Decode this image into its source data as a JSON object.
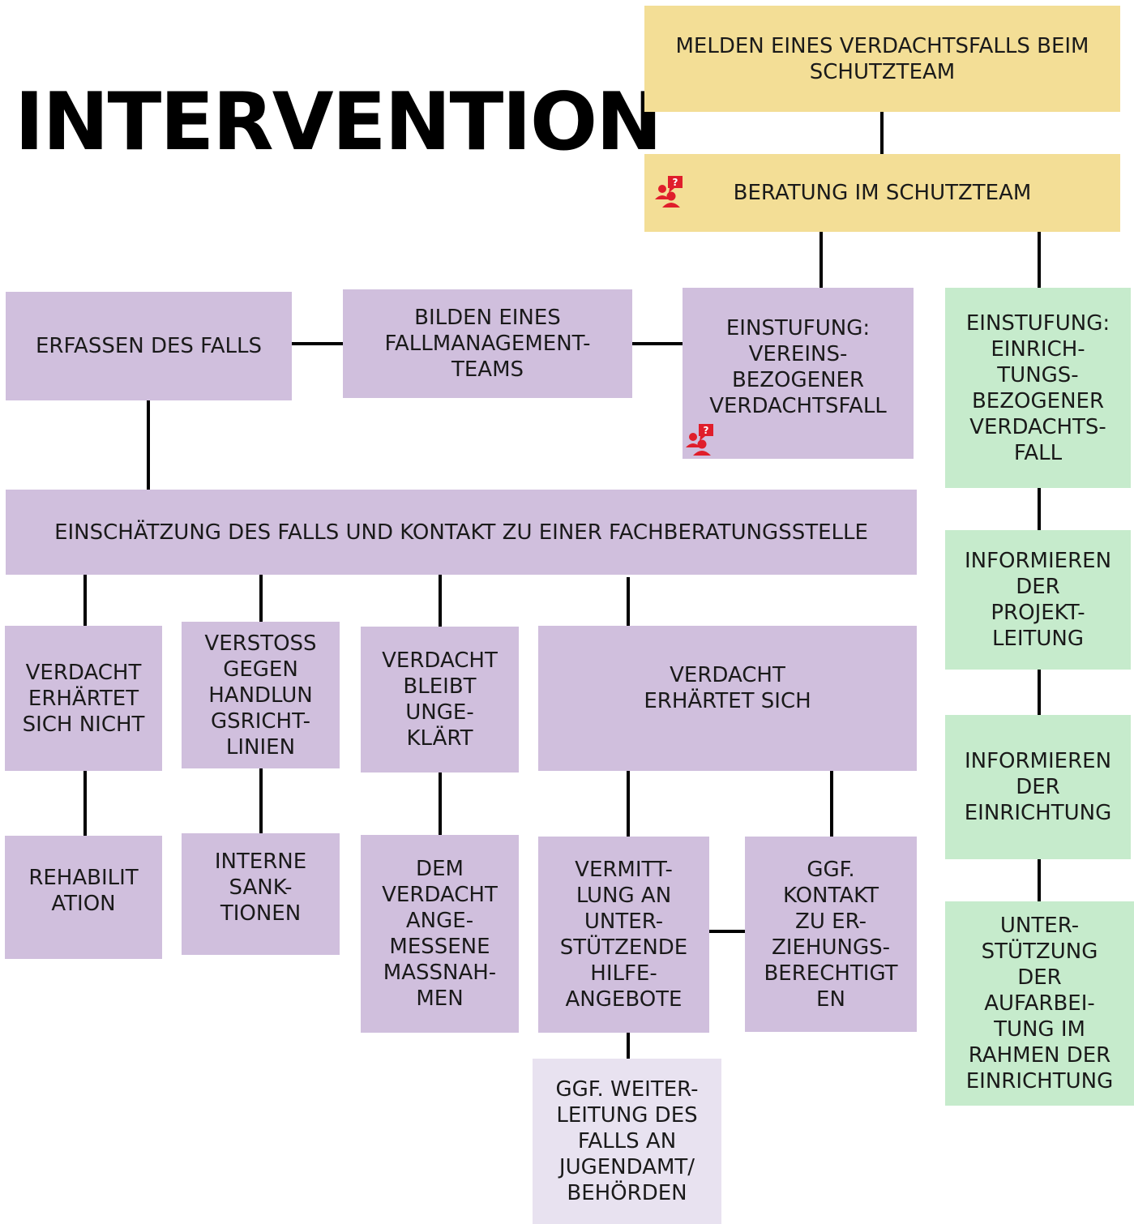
{
  "title": "INTERVENTION",
  "colors": {
    "yellow": "#f3de96",
    "purple": "#d0bfdd",
    "green": "#c6ebcc",
    "light": "#e8e2f0",
    "icon": "#e01e2b"
  },
  "icons": [
    "people-question-icon"
  ],
  "nodes": {
    "melden": "MELDEN EINES VERDACHTSFALLS BEIM\nSCHUTZTEAM",
    "beratung": "BERATUNG IM SCHUTZTEAM",
    "erfassen": "ERFASSEN DES FALLS",
    "bilden": "BILDEN EINES\nFALLMANAGEMENT-\nTEAMS",
    "vereins": "EINSTUFUNG:\nVEREINS-\nBEZOGENER\nVERDACHTSFALL",
    "einrichtungs": "EINSTUFUNG:\nEINRICH-\nTUNGS-\nBEZOGENER\nVERDACHTS-\nFALL",
    "projektleitung": "INFORMIEREN\nDER\nPROJEKT-\nLEITUNG",
    "einrichtung": "INFORMIEREN\nDER\nEINRICHTUNG",
    "aufarbeitung": "UNTER-\nSTÜTZUNG\nDER\nAUFARBEI-\nTUNG IM\nRAHMEN DER\nEINRICHTUNG",
    "einschaetzung": "EINSCHÄTZUNG DES FALLS UND KONTAKT ZU EINER FACHBERATUNGSSTELLE",
    "nicht": "VERDACHT\nERHÄRTET\nSICH NICHT",
    "verstoss": "VERSTOß\nGEGEN\nHANDLUN\nGSRICHT-\nLINIEN",
    "ungeklaert": "VERDACHT\nBLEIBT\nUNGE-\nKLÄRT",
    "erhaertet": "VERDACHT\nERHÄRTET SICH",
    "rehab": "REHABILIT\nATION",
    "sanktionen": "INTERNE\nSANK-\nTIONEN",
    "massnahmen": "DEM\nVERDACHT\nANGE-\nMESSENE\nMAßNAH-\nMEN",
    "vermittlung": "VERMITT-\nLUNG AN\nUNTER-\nSTÜTZENDE\nHILFE-\nANGEBOTE",
    "kontakt": "GGF.\nKONTAKT\nZU ER-\nZIEHUNGS-\nBERECHTIGT\nEN",
    "weiterleitung": "GGF. WEITER-\nLEITUNG DES\nFALLS AN\nJUGENDAMT/\nBEHÖRDEN"
  }
}
